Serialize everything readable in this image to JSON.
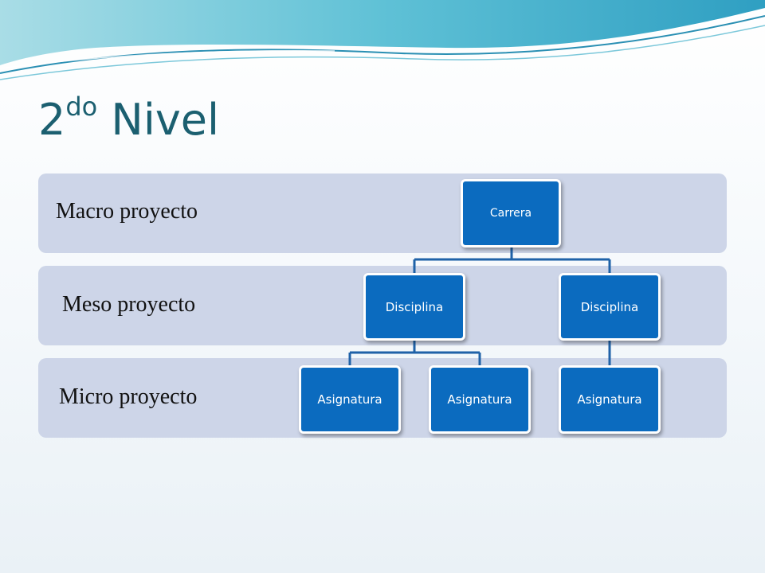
{
  "slide": {
    "title_main": "2",
    "title_sup": "do",
    "title_rest": "Nivel"
  },
  "bands": {
    "macro": "Macro proyecto",
    "meso": "Meso proyecto",
    "micro": "Micro proyecto"
  },
  "tree": {
    "root": "Carrera",
    "disciplina_1": "Disciplina",
    "disciplina_2": "Disciplina",
    "asignatura_1": "Asignatura",
    "asignatura_2": "Asignatura",
    "asignatura_3": "Asignatura"
  },
  "colors": {
    "title": "#1b5f70",
    "band": "#cdd5e8",
    "node_fill": "#0b6bbf",
    "connector": "#1f62a8"
  }
}
